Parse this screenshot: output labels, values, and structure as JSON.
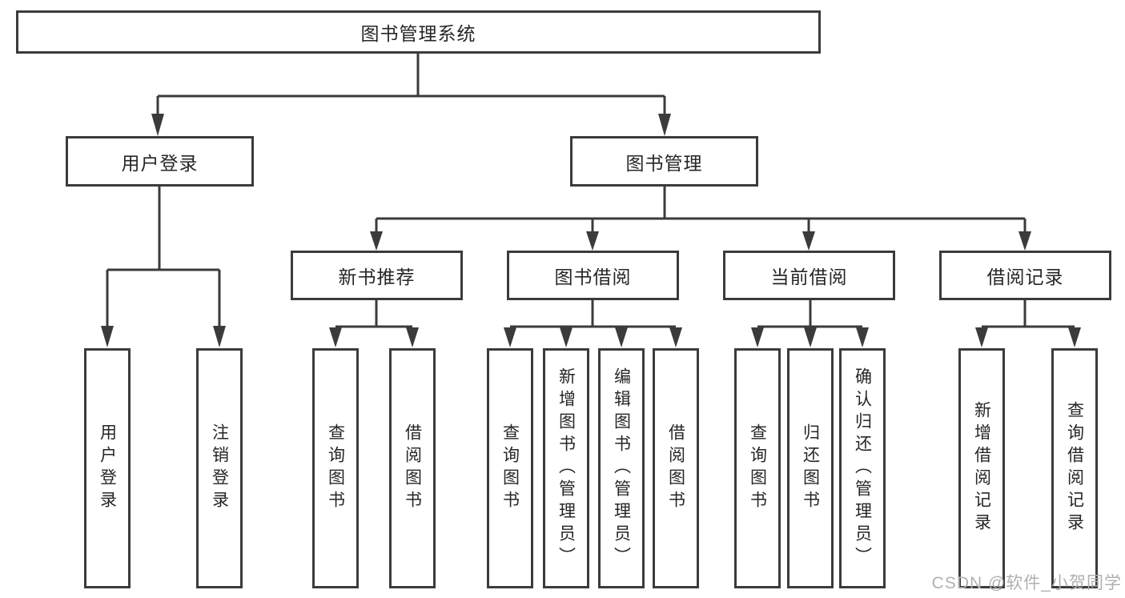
{
  "nodes": {
    "root": {
      "label": "图书管理系统"
    },
    "level2": [
      {
        "label": "用户登录"
      },
      {
        "label": "图书管理"
      }
    ],
    "level3": [
      {
        "label": "新书推荐"
      },
      {
        "label": "图书借阅"
      },
      {
        "label": "当前借阅"
      },
      {
        "label": "借阅记录"
      }
    ],
    "leaves": {
      "user_login": [
        "用户登录",
        "注销登录"
      ],
      "new_book": [
        "查询图书",
        "借阅图书"
      ],
      "book_borrow": [
        "查询图书",
        "新增图书（管理员）",
        "编辑图书（管理员）",
        "借阅图书"
      ],
      "current_borrow": [
        "查询图书",
        "归还图书",
        "确认归还（管理员）"
      ],
      "borrow_record": [
        "新增借阅记录",
        "查询借阅记录"
      ]
    }
  },
  "watermark": "CSDN @软件_小贺同学",
  "colors": {
    "line": "#3b3b3b",
    "text": "#262626",
    "box_bg": "#ffffff",
    "watermark": "#b0b0b0"
  }
}
